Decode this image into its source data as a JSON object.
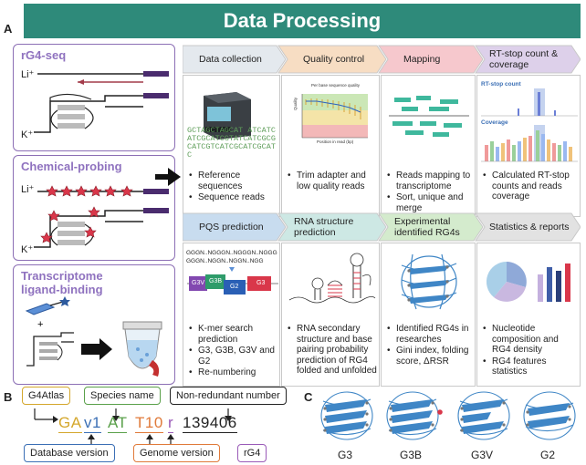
{
  "panel_letters": {
    "a": "A",
    "b": "B",
    "c": "C"
  },
  "banner": {
    "title": "Data Processing"
  },
  "left": {
    "rg4seq": {
      "title": "rG4-seq",
      "li": "Li⁺",
      "k": "K⁺"
    },
    "chemical": {
      "title": "Chemical-probing",
      "li": "Li⁺",
      "k": "K⁺"
    },
    "ligand": {
      "title_line1": "Transcriptome",
      "title_line2": "ligand-binding"
    }
  },
  "stages_top": [
    {
      "label": "Data collection",
      "color": "#e4e9ee",
      "bullets": [
        "Reference sequences",
        "Sequence reads"
      ]
    },
    {
      "label": "Quality control",
      "color": "#f7ddc3",
      "bullets": [
        "Trim adapter and low quality reads"
      ]
    },
    {
      "label": "Mapping",
      "color": "#f6c8cd",
      "bullets": [
        "Reads mapping to transcriptome",
        "Sort, unique and merge"
      ]
    },
    {
      "label": "RT-stop count & coverage",
      "color": "#ddd0ea",
      "bullets": [
        "Calculated RT-stop counts and reads coverage"
      ]
    }
  ],
  "stages_bottom": [
    {
      "label": "PQS prediction",
      "color": "#c8dcef",
      "bullets": [
        "K-mer search prediction",
        "G3, G3B, G3V and G2",
        "Re-numbering"
      ]
    },
    {
      "label": "RNA structure prediction",
      "color": "#cde8e4",
      "bullets": [
        "RNA secondary structure and base pairing probability prediction of RG4 folded and unfolded"
      ]
    },
    {
      "label": "Experimental identified RG4s",
      "color": "#d4ebcd",
      "bullets": [
        "Identified RG4s in researches",
        "Gini index, folding score, ΔRSR"
      ]
    },
    {
      "label": "Statistics & reports",
      "color": "#e2e2e2",
      "bullets": [
        "Nucleotide composition and RG4 density",
        "RG4 features statistics"
      ]
    }
  ],
  "thumbs": {
    "seq_text": "GCTAGCTAGCAT ATCATCATCGCATCGTATCATCGCGCATCGTCATCGCATCGCATC",
    "qc_title": "Per base sequence quality",
    "qc_ylabel": "Quality",
    "qc_xlabel": "Position in read (bp)",
    "rt_stop": "RT-stop count",
    "coverage": "Coverage",
    "pqs_line1": "GGGN..NGGGN..NGGGN..NGGG",
    "pqs_line2": "GGGN..NGGN..NGGN..NGG",
    "pqs_labels": [
      "G3V",
      "G3B",
      "G2",
      "G3"
    ]
  },
  "identifier": {
    "parts": [
      {
        "text": "GA",
        "color": "#d4a72c"
      },
      {
        "text": "v1",
        "color": "#3b6fb5"
      },
      {
        "text": "AT",
        "color": "#5aa04a"
      },
      {
        "text": "T10",
        "color": "#e07a3a"
      },
      {
        "text": "r",
        "color": "#9a5bb8"
      },
      {
        "text": "139406",
        "color": "#222222"
      }
    ],
    "boxes": {
      "g4atlas": "G4Atlas",
      "species": "Species name",
      "nonredundant": "Non-redundant number",
      "database": "Database version",
      "genome": "Genome version",
      "rg4": "rG4"
    }
  },
  "structures": {
    "labels": [
      "G3",
      "G3B",
      "G3V",
      "G2"
    ]
  },
  "colors": {
    "banner": "#2e8a7a",
    "purple": "#8f72bf",
    "teal_ribbon": "#3f86c6"
  }
}
